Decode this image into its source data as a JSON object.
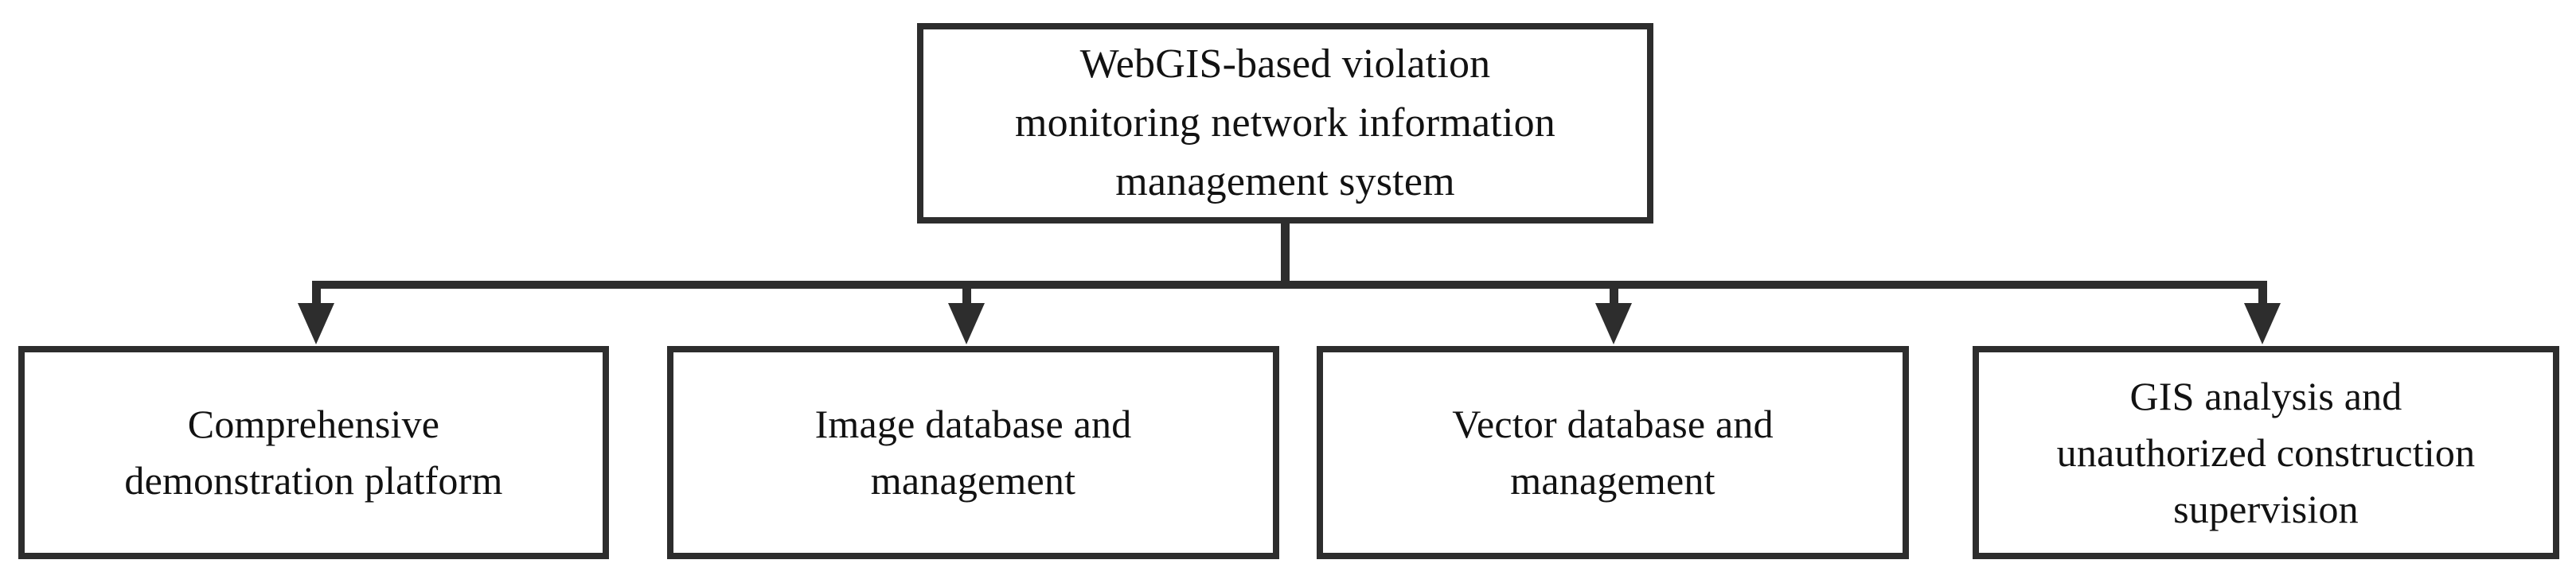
{
  "diagram": {
    "type": "hierarchy-tree",
    "orientation": "top-down",
    "colors": {
      "border": "#2d2d2d",
      "text": "#121212",
      "background": "#ffffff",
      "connector": "#2d2d2d"
    },
    "root": {
      "label": "WebGIS-based violation\nmonitoring network information\nmanagement system"
    },
    "children": [
      {
        "label": "Comprehensive\ndemonstration platform"
      },
      {
        "label": "Image database and\nmanagement"
      },
      {
        "label": "Vector database and\nmanagement"
      },
      {
        "label": "GIS analysis and\nunauthorized construction\nsupervision"
      }
    ],
    "connectors": {
      "trunk_name": "trunk-stem",
      "bus_name": "horizontal-bus",
      "arrow_count": 4
    }
  }
}
